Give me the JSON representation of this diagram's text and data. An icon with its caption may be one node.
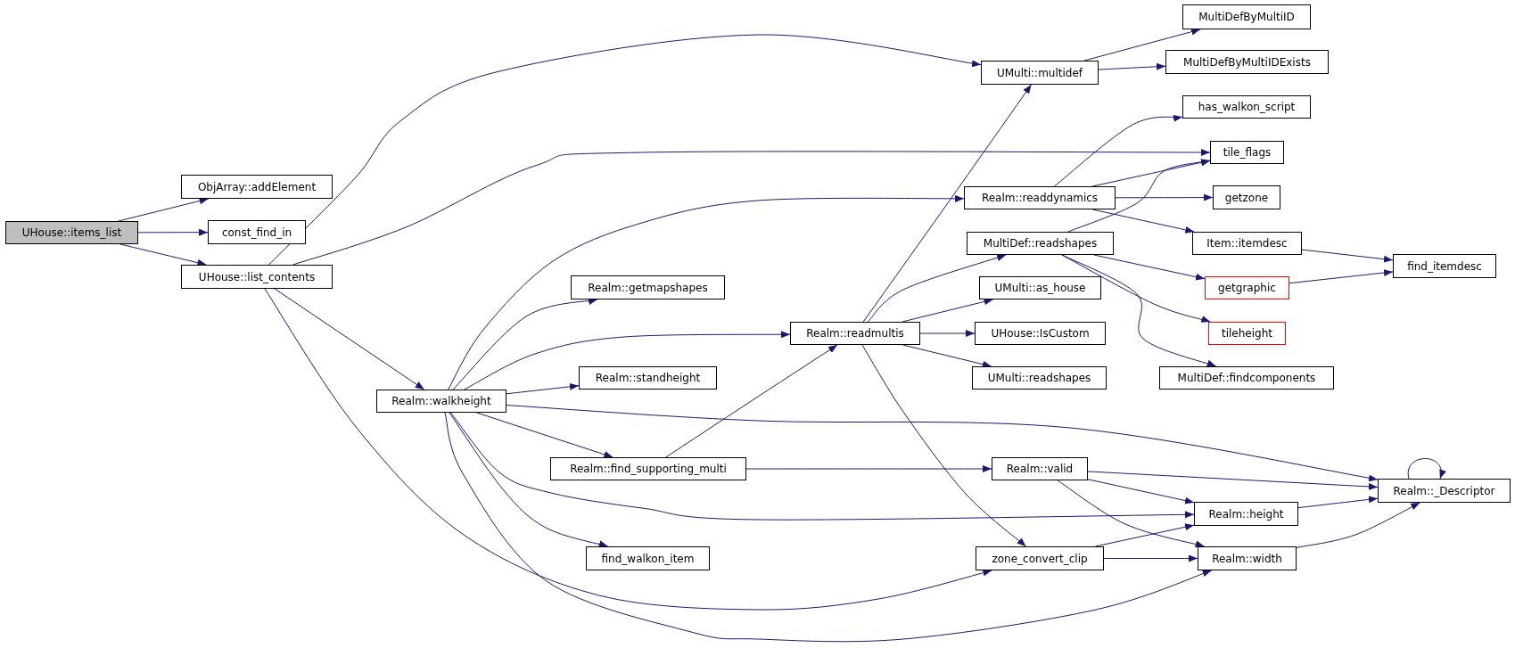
{
  "diagram": {
    "nodes": [
      {
        "text": [
          "UHouse::items_list"
        ]
      },
      {
        "text": [
          "ObjArray::addElement"
        ]
      },
      {
        "text": [
          "const_find_in"
        ]
      },
      {
        "text": [
          "UHouse::list_contents"
        ]
      },
      {
        "text": [
          "Realm::getmapshapes"
        ]
      },
      {
        "text": [
          "Realm::walkheight"
        ]
      },
      {
        "text": [
          "Realm::standheight"
        ]
      },
      {
        "text": [
          "Realm::find_supporting_multi"
        ]
      },
      {
        "text": [
          "find_walkon_item"
        ]
      },
      {
        "text": [
          "UMulti::multidef"
        ]
      },
      {
        "text": [
          "MultiDefByMultiID"
        ]
      },
      {
        "text": [
          "MultiDefByMultiIDExists"
        ]
      },
      {
        "text": [
          "has_walkon_script"
        ]
      },
      {
        "text": [
          "tile_flags"
        ]
      },
      {
        "text": [
          "Realm::readdynamics"
        ]
      },
      {
        "text": [
          "getzone"
        ]
      },
      {
        "text": [
          "MultiDef::readshapes"
        ]
      },
      {
        "text": [
          "Item::itemdesc"
        ]
      },
      {
        "text": [
          "find_itemdesc"
        ]
      },
      {
        "text": [
          "getgraphic"
        ]
      },
      {
        "text": [
          "UMulti::as_house"
        ]
      },
      {
        "text": [
          "Realm::readmultis"
        ]
      },
      {
        "text": [
          "UHouse::IsCustom"
        ]
      },
      {
        "text": [
          "tileheight"
        ]
      },
      {
        "text": [
          "UMulti::readshapes"
        ]
      },
      {
        "text": [
          "MultiDef::findcomponents"
        ]
      },
      {
        "text": [
          "Realm::valid"
        ]
      },
      {
        "text": [
          "Realm::_Descriptor"
        ]
      },
      {
        "text": [
          "Realm::height"
        ]
      },
      {
        "text": [
          "zone_convert_clip"
        ]
      },
      {
        "text": [
          "Realm::width"
        ]
      }
    ],
    "edges": [
      {
        "from": 0,
        "to": 1,
        "arrow": "to"
      },
      {
        "from": 0,
        "to": 2,
        "arrow": "to"
      },
      {
        "from": 0,
        "to": 3,
        "arrow": "to"
      },
      {
        "from": 3,
        "to": 9,
        "arrow": "to"
      },
      {
        "from": 3,
        "to": 13,
        "arrow": "to"
      },
      {
        "from": 3,
        "to": 5,
        "arrow": "to"
      },
      {
        "from": 3,
        "to": 29,
        "arrow": "to"
      },
      {
        "from": 5,
        "to": 14,
        "arrow": "to"
      },
      {
        "from": 5,
        "to": 4,
        "arrow": "to"
      },
      {
        "from": 5,
        "to": 21,
        "arrow": "to"
      },
      {
        "from": 5,
        "to": 6,
        "arrow": "to"
      },
      {
        "from": 5,
        "to": 7,
        "arrow": "to"
      },
      {
        "from": 5,
        "to": 27,
        "arrow": "to"
      },
      {
        "from": 5,
        "to": 28,
        "arrow": "to"
      },
      {
        "from": 5,
        "to": 8,
        "arrow": "to"
      },
      {
        "from": 5,
        "to": 30,
        "arrow": "to"
      },
      {
        "from": 7,
        "to": 21,
        "arrow": "to"
      },
      {
        "from": 7,
        "to": 26,
        "arrow": "to"
      },
      {
        "from": 21,
        "to": 9,
        "arrow": "to"
      },
      {
        "from": 21,
        "to": 16,
        "arrow": "to"
      },
      {
        "from": 21,
        "to": 20,
        "arrow": "to"
      },
      {
        "from": 21,
        "to": 22,
        "arrow": "to"
      },
      {
        "from": 21,
        "to": 24,
        "arrow": "to"
      },
      {
        "from": 21,
        "to": 29,
        "arrow": "to"
      },
      {
        "from": 9,
        "to": 10,
        "arrow": "to"
      },
      {
        "from": 9,
        "to": 11,
        "arrow": "to"
      },
      {
        "from": 14,
        "to": 12,
        "arrow": "to"
      },
      {
        "from": 14,
        "to": 13,
        "arrow": "to"
      },
      {
        "from": 14,
        "to": 15,
        "arrow": "to"
      },
      {
        "from": 14,
        "to": 17,
        "arrow": "to"
      },
      {
        "from": 16,
        "to": 13,
        "arrow": "to"
      },
      {
        "from": 16,
        "to": 19,
        "arrow": "to"
      },
      {
        "from": 16,
        "to": 23,
        "arrow": "to"
      },
      {
        "from": 16,
        "to": 25,
        "arrow": "to"
      },
      {
        "from": 17,
        "to": 18,
        "arrow": "to"
      },
      {
        "from": 19,
        "to": 18,
        "arrow": "to"
      },
      {
        "from": 26,
        "to": 27,
        "arrow": "to"
      },
      {
        "from": 26,
        "to": 28,
        "arrow": "to"
      },
      {
        "from": 26,
        "to": 30,
        "arrow": "to"
      },
      {
        "from": 29,
        "to": 28,
        "arrow": "to"
      },
      {
        "from": 29,
        "to": 30,
        "arrow": "to"
      },
      {
        "from": 28,
        "to": 27,
        "arrow": "to"
      },
      {
        "from": 30,
        "to": 27,
        "arrow": "to"
      },
      {
        "from": 27,
        "to": 27,
        "arrow": "to"
      }
    ]
  }
}
